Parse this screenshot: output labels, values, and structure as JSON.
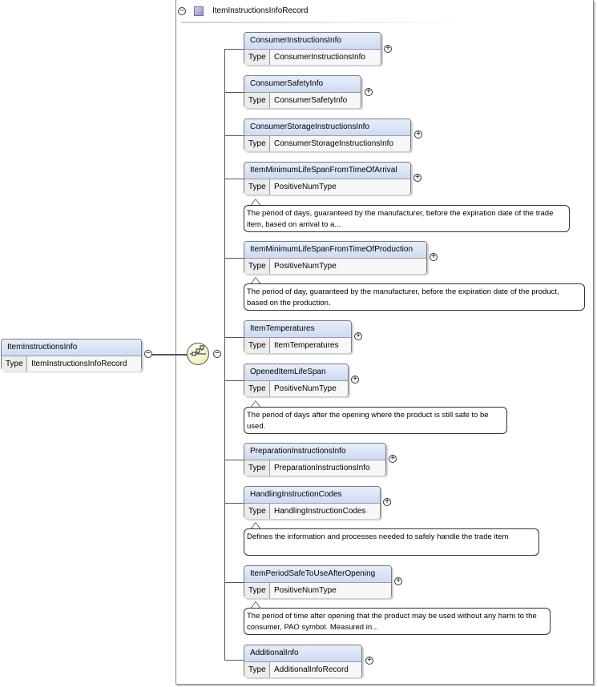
{
  "root": {
    "name": "ItemInstructionsInfo",
    "type_label": "Type",
    "type_value": "ItemInstructionsInfoRecord"
  },
  "container": {
    "title": "ItemInstructionsInfoRecord"
  },
  "symbols": {
    "expand": "+",
    "collapse": "−"
  },
  "elements": [
    {
      "name": "ConsumerInstructionsInfo",
      "type_label": "Type",
      "type_value": "ConsumerInstructionsInfo"
    },
    {
      "name": "ConsumerSafetyInfo",
      "type_label": "Type",
      "type_value": "ConsumerSafetyInfo"
    },
    {
      "name": "ConsumerStorageInstructionsInfo",
      "type_label": "Type",
      "type_value": "ConsumerStorageInstructionsInfo"
    },
    {
      "name": "ItemMinimumLifeSpanFromTimeOfArrival",
      "type_label": "Type",
      "type_value": "PositiveNumType",
      "note": "The period of days, guaranteed by the manufacturer, before the expiration date of the trade item, based on arrival to a..."
    },
    {
      "name": "ItemMinimumLifeSpanFromTimeOfProduction",
      "type_label": "Type",
      "type_value": "PositiveNumType",
      "note": "The period of day, guaranteed by the manufacturer, before the expiration date of the product, based on the production."
    },
    {
      "name": "ItemTemperatures",
      "type_label": "Type",
      "type_value": "ItemTemperatures"
    },
    {
      "name": "OpenedItemLifeSpan",
      "type_label": "Type",
      "type_value": "PositiveNumType",
      "note": "The period of days after the opening where the product is still safe to be used."
    },
    {
      "name": "PreparationInstructionsInfo",
      "type_label": "Type",
      "type_value": "PreparationInstructionsInfo"
    },
    {
      "name": "HandlingInstructionCodes",
      "type_label": "Type",
      "type_value": "HandlingInstructionCodes",
      "note": "Defines the information and processes needed to safely handle the trade item"
    },
    {
      "name": "ItemPeriodSafeToUseAfterOpening",
      "type_label": "Type",
      "type_value": "PositiveNumType",
      "note": "The period of time after opening that the product may be used without any harm to the consumer, PAO symbol. Measured in..."
    },
    {
      "name": "AdditionalInfo",
      "type_label": "Type",
      "type_value": "AdditionalInfoRecord"
    }
  ]
}
